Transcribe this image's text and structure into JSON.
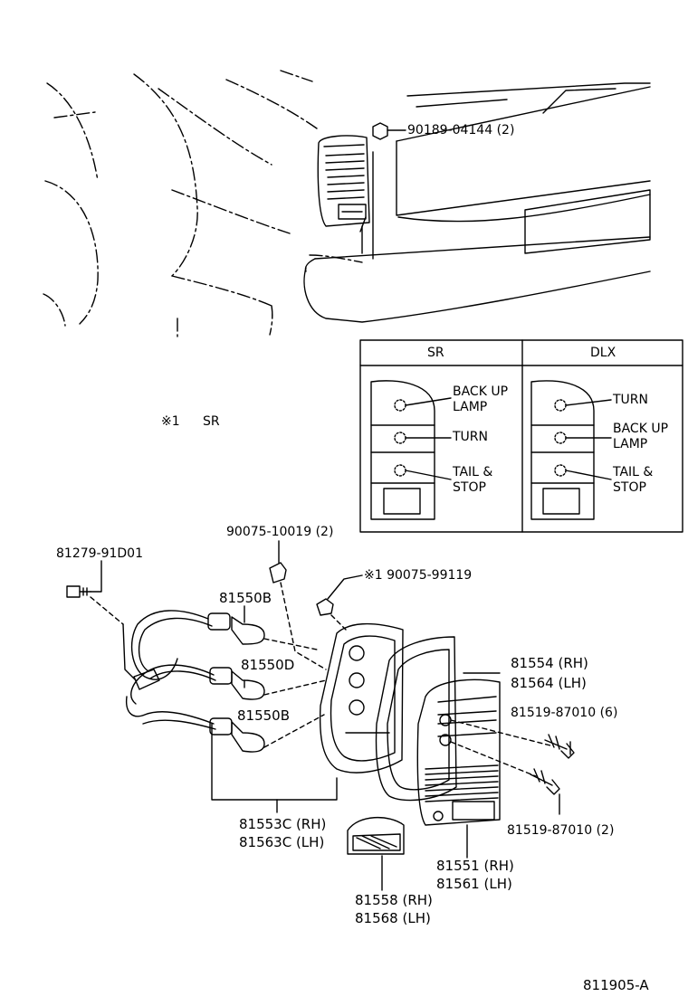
{
  "parts": {
    "screw_top": "90189-04144 (2)",
    "clip_90075_10019": "90075-10019 (2)",
    "nut_90075_99119": "※1  90075-99119",
    "screw_81279": "81279-91D01",
    "bulb_81550b_top": "81550B",
    "bulb_81550d": "81550D",
    "bulb_81550b_bottom": "81550B",
    "gasket_rh": "81554 (RH)",
    "gasket_lh": "81564 (LH)",
    "screw_81519_6": "81519-87010 (6)",
    "screw_81519_2": "81519-87010 (2)",
    "socket_rh": "81553C (RH)",
    "socket_lh": "81563C (LH)",
    "lens_rh": "81551 (RH)",
    "lens_lh": "81561 (LH)",
    "reflector_rh": "81558 (RH)",
    "reflector_lh": "81568 (LH)"
  },
  "note": {
    "mark": "※1",
    "text": "SR"
  },
  "table": {
    "col_sr": "SR",
    "col_dlx": "DLX",
    "sr_1a": "BACK UP",
    "sr_1b": "LAMP",
    "sr_2": "TURN",
    "sr_3a": "TAIL &",
    "sr_3b": "STOP",
    "dlx_1": "TURN",
    "dlx_2a": "BACK UP",
    "dlx_2b": "LAMP",
    "dlx_3a": "TAIL &",
    "dlx_3b": "STOP"
  },
  "figure_id": "811905-A"
}
